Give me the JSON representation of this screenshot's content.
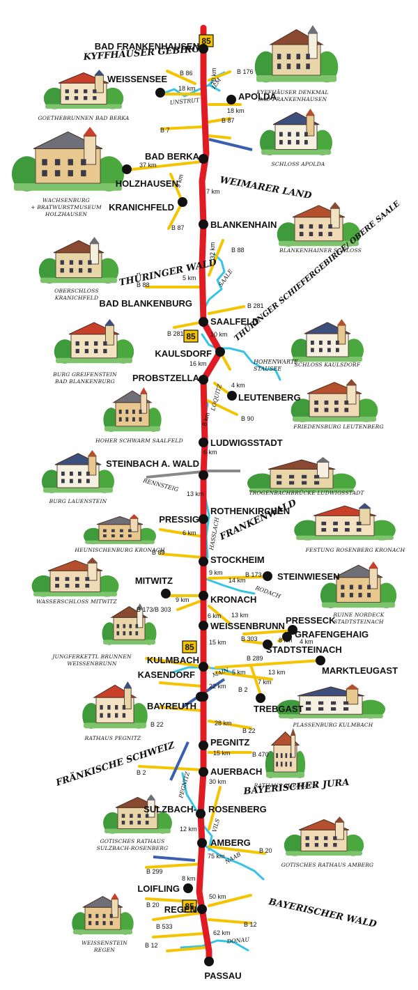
{
  "route": {
    "number": "85",
    "color": "#e01b24",
    "shield_color": "#f5c400",
    "river_color": "#35c4e6",
    "blue_road_color": "#3a5fb0",
    "grey_road_color": "#888888",
    "yellow_road_color": "#f5c400"
  },
  "towns": [
    {
      "id": "bad-frankenhausen",
      "label": "BAD FRANKENHAUSEN"
    },
    {
      "id": "weissensee",
      "label": "WEISSENSEE"
    },
    {
      "id": "apolda",
      "label": "APOLDA"
    },
    {
      "id": "bad-berka",
      "label": "BAD BERKA"
    },
    {
      "id": "holzhausen",
      "label": "HOLZHAUSEN"
    },
    {
      "id": "kranichfeld",
      "label": "KRANICHFELD"
    },
    {
      "id": "blankenhain",
      "label": "BLANKENHAIN"
    },
    {
      "id": "bad-blankenburg",
      "label": "BAD BLANKENBURG"
    },
    {
      "id": "saalfeld",
      "label": "SAALFELD"
    },
    {
      "id": "kaulsdorf",
      "label": "KAULSDORF"
    },
    {
      "id": "probstzella",
      "label": "PROBSTZELLA"
    },
    {
      "id": "leutenberg",
      "label": "LEUTENBERG"
    },
    {
      "id": "ludwigsstadt",
      "label": "LUDWIGSSTADT"
    },
    {
      "id": "steinbach",
      "label": "STEINBACH A. WALD"
    },
    {
      "id": "rothenkirchen",
      "label": "ROTHENKIRCHEN"
    },
    {
      "id": "pressig",
      "label": "PRESSIG"
    },
    {
      "id": "stockheim",
      "label": "STOCKHEIM"
    },
    {
      "id": "steinwiesen",
      "label": "STEINWIESEN"
    },
    {
      "id": "mitwitz",
      "label": "MITWITZ"
    },
    {
      "id": "kronach",
      "label": "KRONACH"
    },
    {
      "id": "weissenbrunn",
      "label": "WEISSENBRUNN"
    },
    {
      "id": "presseck",
      "label": "PRESSECK"
    },
    {
      "id": "grafengehaig",
      "label": "GRAFENGEHAIG"
    },
    {
      "id": "stadtsteinach",
      "label": "STADTSTEINACH"
    },
    {
      "id": "kulmbach",
      "label": "KULMBACH"
    },
    {
      "id": "marktleugast",
      "label": "MARKTLEUGAST"
    },
    {
      "id": "kasendorf",
      "label": "KASENDORF"
    },
    {
      "id": "trebgast",
      "label": "TREBGAST"
    },
    {
      "id": "bayreuth",
      "label": "BAYREUTH"
    },
    {
      "id": "pegnitz",
      "label": "PEGNITZ"
    },
    {
      "id": "auerbach",
      "label": "AUERBACH"
    },
    {
      "id": "sulzbach",
      "label": "SULZBACH-"
    },
    {
      "id": "rosenberg",
      "label": "ROSENBERG"
    },
    {
      "id": "amberg",
      "label": "AMBERG"
    },
    {
      "id": "loifling",
      "label": "LOIFLING"
    },
    {
      "id": "regen",
      "label": "REGEN"
    },
    {
      "id": "passau",
      "label": "PASSAU"
    }
  ],
  "regions": [
    {
      "id": "kyffhaeuser",
      "label": "KYFFHÄUSER GEBIRGE"
    },
    {
      "id": "weimarer-land",
      "label": "WEIMARER LAND"
    },
    {
      "id": "thueringer-wald",
      "label": "THÜRINGER WALD"
    },
    {
      "id": "schiefergebirge",
      "label": "THÜRINGER SCHIEFERGEBIRGE/ OBERE SAALE"
    },
    {
      "id": "frankenwald",
      "label": "FRANKENWALD"
    },
    {
      "id": "fraenkische-schweiz",
      "label": "FRÄNKISCHE SCHWEIZ"
    },
    {
      "id": "bayerischer-jura",
      "label": "BAYERISCHER JURA"
    },
    {
      "id": "bayerischer-wald",
      "label": "BAYERISCHER WALD"
    }
  ],
  "rivers": [
    {
      "id": "unstrut",
      "label": "UNSTRUT"
    },
    {
      "id": "ilm",
      "label": "ILM"
    },
    {
      "id": "saale",
      "label": "SAALE"
    },
    {
      "id": "stausee",
      "label": "HOHENWARTE STAUSEE"
    },
    {
      "id": "loquitz",
      "label": "LOQUITZ"
    },
    {
      "id": "rennsteig",
      "label": "RENNSTEIG"
    },
    {
      "id": "hasslach",
      "label": "HASSLACH"
    },
    {
      "id": "rodach",
      "label": "RODACH"
    },
    {
      "id": "main",
      "label": "MAIN"
    },
    {
      "id": "pegnitz-river",
      "label": "PEGNITZ"
    },
    {
      "id": "vils",
      "label": "VILS"
    },
    {
      "id": "naab",
      "label": "NAAB"
    },
    {
      "id": "donau",
      "label": "DONAU"
    }
  ],
  "roads": [
    {
      "id": "b86",
      "label": "B 86"
    },
    {
      "id": "b176",
      "label": "B 176"
    },
    {
      "id": "b7",
      "label": "B 7"
    },
    {
      "id": "b87-north",
      "label": "B 87"
    },
    {
      "id": "b87-south",
      "label": "B 87"
    },
    {
      "id": "b88-east",
      "label": "B 88"
    },
    {
      "id": "b88-west",
      "label": "B 88"
    },
    {
      "id": "b281-east",
      "label": "B 281"
    },
    {
      "id": "b281-west",
      "label": "B 281"
    },
    {
      "id": "b90",
      "label": "B 90"
    },
    {
      "id": "b89",
      "label": "B 89"
    },
    {
      "id": "b173",
      "label": "B 173"
    },
    {
      "id": "b173-303",
      "label": "B 173/B 303"
    },
    {
      "id": "b303",
      "label": "B 303"
    },
    {
      "id": "b289",
      "label": "B 289"
    },
    {
      "id": "b2-north",
      "label": "B 2"
    },
    {
      "id": "b22-west",
      "label": "B 22"
    },
    {
      "id": "b22-east",
      "label": "B 22"
    },
    {
      "id": "b470",
      "label": "B 470"
    },
    {
      "id": "b2-south",
      "label": "B 2"
    },
    {
      "id": "b20-north",
      "label": "B 20"
    },
    {
      "id": "b299",
      "label": "B 299"
    },
    {
      "id": "b20-south",
      "label": "B 20"
    },
    {
      "id": "b533",
      "label": "B 533"
    },
    {
      "id": "b12-east",
      "label": "B 12"
    },
    {
      "id": "b12-west",
      "label": "B 12"
    }
  ],
  "distances": [
    {
      "id": "d-weissensee",
      "label": "18 km"
    },
    {
      "id": "d-70",
      "label": "70 km"
    },
    {
      "id": "d-apolda",
      "label": "18 km"
    },
    {
      "id": "d-holzhausen",
      "label": "37 km"
    },
    {
      "id": "d-kranichfeld",
      "label": "9 km"
    },
    {
      "id": "d-7",
      "label": "7 km"
    },
    {
      "id": "d-32",
      "label": "32 km"
    },
    {
      "id": "d-blankenburg",
      "label": "5 km"
    },
    {
      "id": "d-10",
      "label": "10 km"
    },
    {
      "id": "d-16",
      "label": "16 km"
    },
    {
      "id": "d-leutenberg",
      "label": "4 km"
    },
    {
      "id": "d-8",
      "label": "8 km"
    },
    {
      "id": "d-6a",
      "label": "6 km"
    },
    {
      "id": "d-13a",
      "label": "13 km"
    },
    {
      "id": "d-6b",
      "label": "6 km"
    },
    {
      "id": "d-9a",
      "label": "9 km"
    },
    {
      "id": "d-14",
      "label": "14 km"
    },
    {
      "id": "d-9b",
      "label": "9 km"
    },
    {
      "id": "d-6c",
      "label": "6 km"
    },
    {
      "id": "d-13b",
      "label": "13 km"
    },
    {
      "id": "d-8b",
      "label": "8 km"
    },
    {
      "id": "d-4b",
      "label": "4 km"
    },
    {
      "id": "d-15a",
      "label": "15 km"
    },
    {
      "id": "d-5",
      "label": "5 km"
    },
    {
      "id": "d-13c",
      "label": "13 km"
    },
    {
      "id": "d-22",
      "label": "22 km"
    },
    {
      "id": "d-7b",
      "label": "7 km"
    },
    {
      "id": "d-28",
      "label": "28 km"
    },
    {
      "id": "d-15b",
      "label": "15 km"
    },
    {
      "id": "d-30",
      "label": "30 km"
    },
    {
      "id": "d-12",
      "label": "12 km"
    },
    {
      "id": "d-75",
      "label": "75 km"
    },
    {
      "id": "d-8c",
      "label": "8 km"
    },
    {
      "id": "d-50",
      "label": "50 km"
    },
    {
      "id": "d-62",
      "label": "62 km"
    }
  ],
  "landmarks": [
    {
      "id": "goethebrunnen",
      "lines": [
        "GOETHEBRUNNEN BAD BERKA"
      ]
    },
    {
      "id": "kyffhaeuser-denkmal",
      "lines": [
        "KYFFHÄUSER DENKMAL",
        "BAD FRANKENHAUSEN"
      ]
    },
    {
      "id": "schloss-apolda",
      "lines": [
        "SCHLOSS APOLDA"
      ]
    },
    {
      "id": "wachsenburg",
      "lines": [
        "WACHSENBURG",
        "+ BRATWURSTMUSEUM",
        "HOLZHAUSEN"
      ]
    },
    {
      "id": "blankenhainer-schloss",
      "lines": [
        "BLANKENHAINER SCHLOSS"
      ]
    },
    {
      "id": "oberschloss",
      "lines": [
        "OBERSCHLOSS",
        "KRANICHFELD"
      ]
    },
    {
      "id": "schloss-kaulsdorf",
      "lines": [
        "SCHLOSS KAULSDORF"
      ]
    },
    {
      "id": "burg-greifenstein",
      "lines": [
        "BURG GREIFENSTEIN",
        "BAD BLANKENBURG"
      ]
    },
    {
      "id": "friedensburg",
      "lines": [
        "FRIEDENSBURG LEUTENBERG"
      ]
    },
    {
      "id": "hoher-schwarm",
      "lines": [
        "HOHER SCHWARM SAALFELD"
      ]
    },
    {
      "id": "trogenbach",
      "lines": [
        "TROGENBACHBRÜCKE LUDWIGSSTADT"
      ]
    },
    {
      "id": "burg-lauenstein",
      "lines": [
        "BURG LAUENSTEIN"
      ]
    },
    {
      "id": "heunischenburg",
      "lines": [
        "HEUNISCHENBURG KRONACH"
      ]
    },
    {
      "id": "festung-rosenberg",
      "lines": [
        "FESTUNG ROSENBERG KRONACH"
      ]
    },
    {
      "id": "wasserschloss",
      "lines": [
        "WASSERSCHLOSS MITWITZ"
      ]
    },
    {
      "id": "ruine-nordeck",
      "lines": [
        "RUINE NORDECK",
        "STADTSTEINACH"
      ]
    },
    {
      "id": "jungferkettl",
      "lines": [
        "JUNGFERKETTL BRUNNEN",
        "WEISSENBRUNN"
      ]
    },
    {
      "id": "plassenburg",
      "lines": [
        "PLASSENBURG KULMBACH"
      ]
    },
    {
      "id": "rathaus-pegnitz",
      "lines": [
        "RATHAUS PEGNITZ"
      ]
    },
    {
      "id": "rathaus-auerbach",
      "lines": [
        "RATHAUS AUERBACH"
      ]
    },
    {
      "id": "rathaus-sulzbach",
      "lines": [
        "GOTISCHES RATHAUS",
        "SULZBACH-ROSENBERG"
      ]
    },
    {
      "id": "rathaus-amberg",
      "lines": [
        "GOTISCHES RATHAUS AMBERG"
      ]
    },
    {
      "id": "weissenstein",
      "lines": [
        "WEISSENSTEIN",
        "REGEN"
      ]
    }
  ]
}
